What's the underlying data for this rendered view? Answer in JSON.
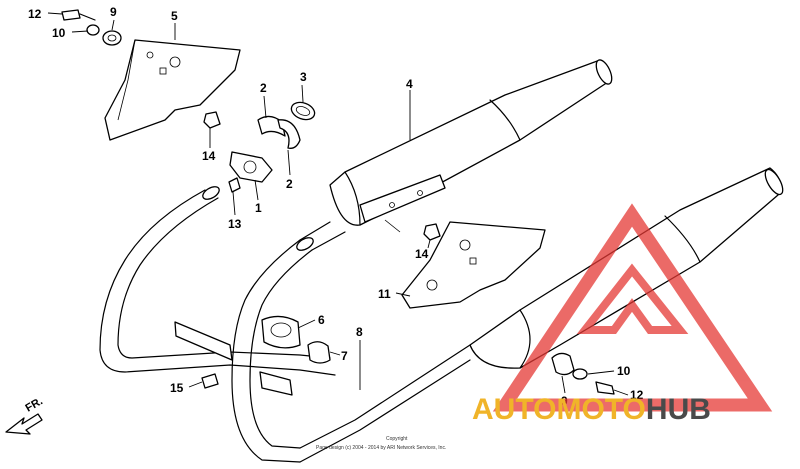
{
  "callouts": {
    "c1": "1",
    "c2a": "2",
    "c2b": "2",
    "c3": "3",
    "c4": "4",
    "c5": "5",
    "c6": "6",
    "c7": "7",
    "c8": "8",
    "c9a": "9",
    "c9b": "9",
    "c10a": "10",
    "c10b": "10",
    "c11": "11",
    "c12a": "12",
    "c12b": "12",
    "c13": "13",
    "c14a": "14",
    "c14b": "14",
    "c15": "15"
  },
  "direction": {
    "label": "FR."
  },
  "footer": {
    "line1": "Copyright",
    "line2": "Page design (c) 2004 - 2014 by ARI Network Services, Inc."
  },
  "watermark": {
    "part1": "AUTOMOTO",
    "part2": "HUB",
    "part1_color": "#f0b429",
    "part2_color": "#4a4a4a",
    "triangle_color": "#e53935"
  }
}
